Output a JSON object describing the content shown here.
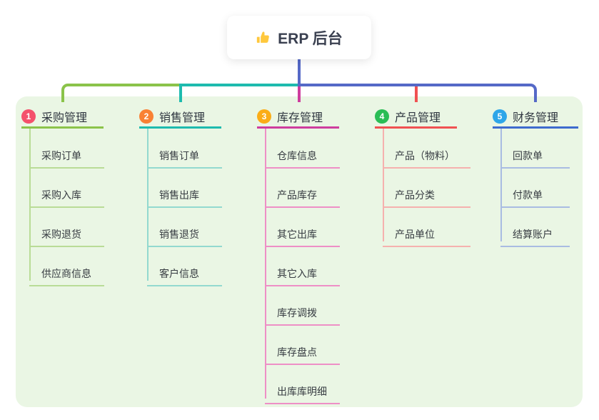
{
  "root": {
    "label": "ERP 后台",
    "icon": "thumbs-up-icon",
    "icon_color": "#FFC83D"
  },
  "connector_colors": {
    "root_line": "#5569C7",
    "rail_left_green": "#8BC34A",
    "rail_mid_teal": "#1EBBAE",
    "rail_right_blue": "#5569C7",
    "drop_magenta": "#CE3D9E",
    "drop_red": "#F05152"
  },
  "panel_color": "#EAF6E4",
  "branches": [
    {
      "badge": "1",
      "title": "采购管理",
      "line_color": "#8BC34A",
      "sub_line_color": "#B9DC97",
      "badge_color": "#F4516C",
      "items": [
        "采购订单",
        "采购入库",
        "采购退货",
        "供应商信息"
      ]
    },
    {
      "badge": "2",
      "title": "销售管理",
      "line_color": "#1EBBAE",
      "sub_line_color": "#93D9CF",
      "badge_color": "#F98134",
      "items": [
        "销售订单",
        "销售出库",
        "销售退货",
        "客户信息"
      ]
    },
    {
      "badge": "3",
      "title": "库存管理",
      "line_color": "#CE3D9E",
      "sub_line_color": "#EE8FC6",
      "badge_color": "#FBAD17",
      "items": [
        "仓库信息",
        "产品库存",
        "其它出库",
        "其它入库",
        "库存调拨",
        "库存盘点",
        "出库库明细"
      ]
    },
    {
      "badge": "4",
      "title": "产品管理",
      "line_color": "#F05152",
      "sub_line_color": "#F5B1AE",
      "badge_color": "#2ABD55",
      "items": [
        "产品（物料）",
        "产品分类",
        "产品单位"
      ]
    },
    {
      "badge": "5",
      "title": "财务管理",
      "line_color": "#3E6BCE",
      "sub_line_color": "#A9BCE2",
      "badge_color": "#2EA6E9",
      "items": [
        "回款单",
        "付款单",
        "结算账户"
      ]
    }
  ]
}
